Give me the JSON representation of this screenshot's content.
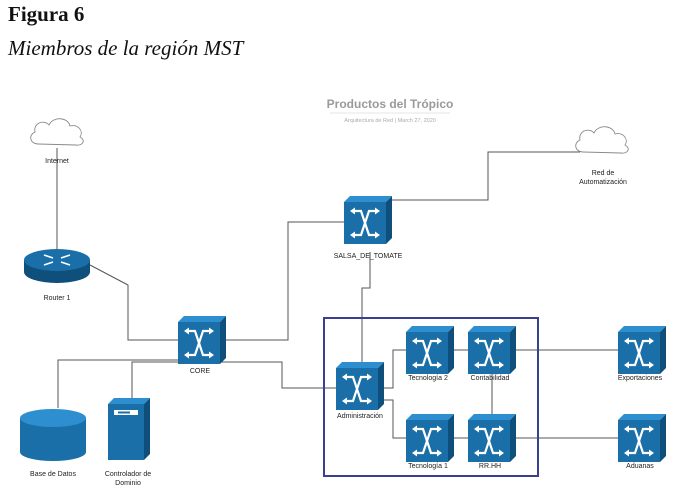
{
  "figure": {
    "label": "Figura 6",
    "caption": "Miembros de la región MST"
  },
  "diagram": {
    "title": "Productos del Trópico",
    "subtitle": "Arquitectura de Red | March 27, 2020",
    "nodes": {
      "internet": "Internet",
      "red_automatizacion_1": "Red de",
      "red_automatizacion_2": "Automatización",
      "router": "Router 1",
      "salsa": "SALSA_DE_TOMATE",
      "core": "CORE",
      "administracion": "Administración",
      "tecnologia2": "Tecnología 2",
      "contabilidad": "Contabilidad",
      "tecnologia1": "Tecnología 1",
      "rrhh": "RR.HH",
      "exportaciones": "Exportaciones",
      "aduanas": "Aduanas",
      "base_datos": "Base de Datos",
      "controlador_1": "Controlador de",
      "controlador_2": "Dominio"
    },
    "colors": {
      "device": "#1a6fa8",
      "device_dark": "#0f4f7c",
      "region_border": "#3a3f8f",
      "cloud_stroke": "#8a8a8a"
    }
  }
}
